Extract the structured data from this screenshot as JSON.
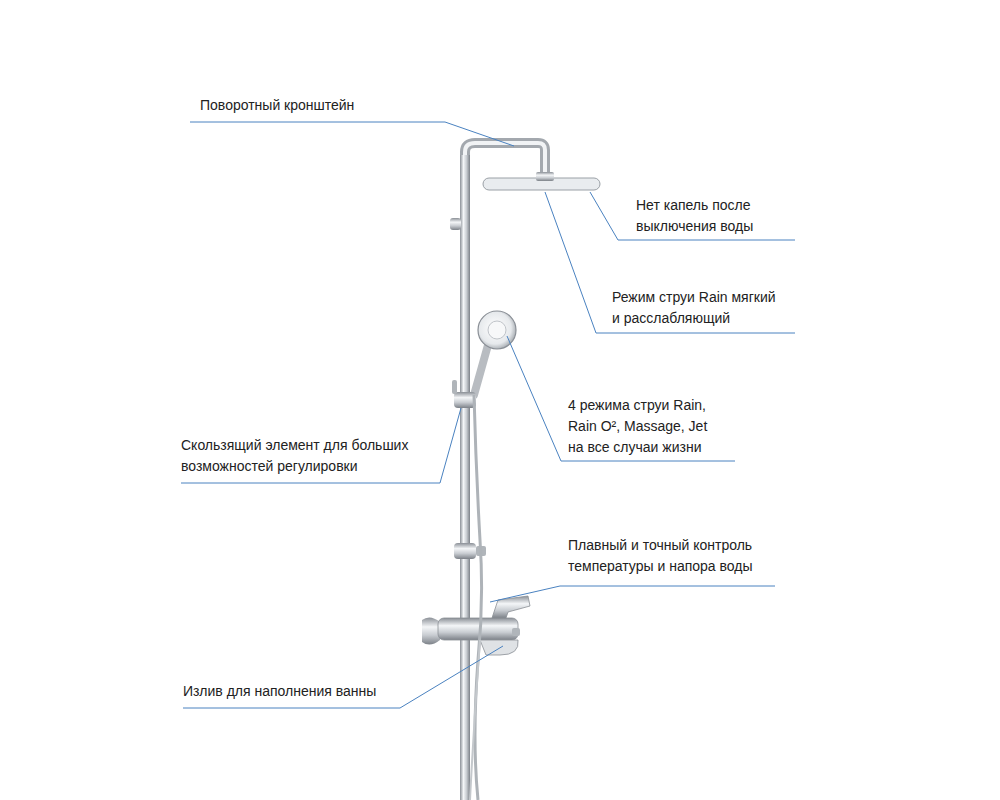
{
  "diagram": {
    "labels": [
      "Поворотный кронштейн",
      "Нет капель после выключения воды",
      "Режим струи Rain мягкий и расслабляющий",
      "4 режима струи Rain, Rain O², Massage, Jet на все случаи жизни",
      "Скользящий элемент для больших возможностей регулировки",
      "Плавный и точный контроль температуры и напора воды",
      "Излив для наполнения ванны"
    ]
  }
}
